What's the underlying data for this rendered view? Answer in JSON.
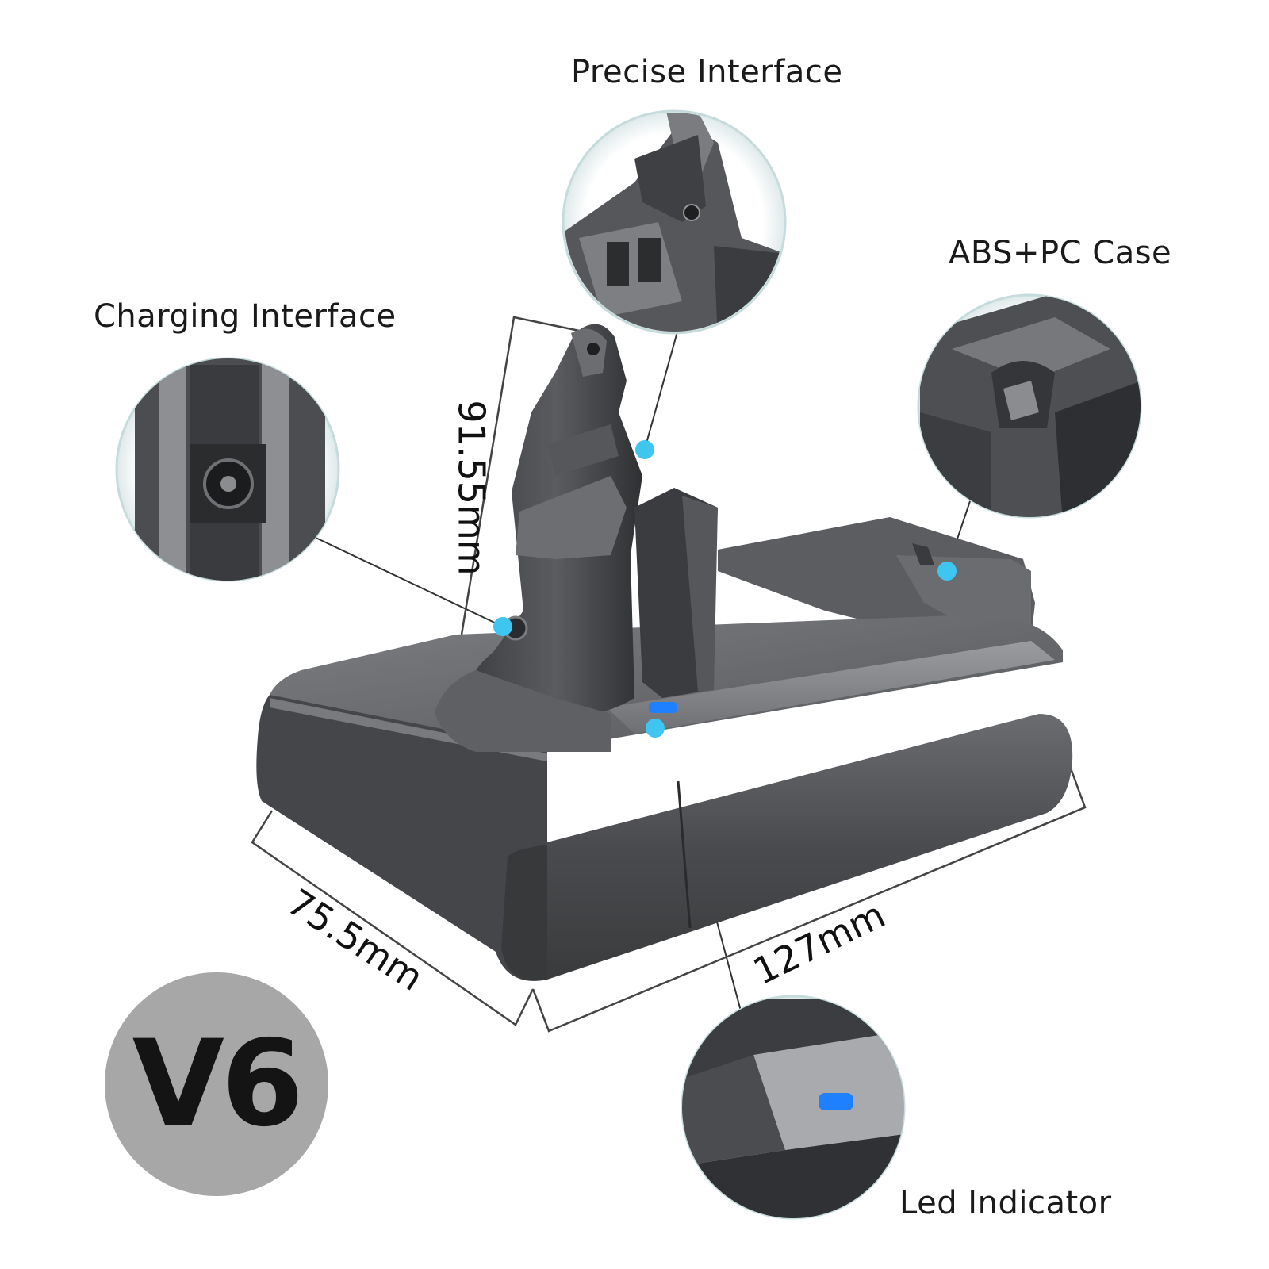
{
  "callouts": {
    "precise_interface": "Precise Interface",
    "abs_pc_case": "ABS+PC Case",
    "charging_interface": "Charging Interface",
    "led_indicator": "Led  Indicator"
  },
  "dimensions": {
    "height": "91.55mm",
    "depth": "75.5mm",
    "length": "127mm"
  },
  "model_badge": "V6",
  "colors": {
    "battery_body": "#4a4b4d",
    "battery_highlight": "#8a8c8f",
    "accent_dot": "#3ec6f0",
    "led": "#1e7fff",
    "badge": "#a7a7a7"
  }
}
